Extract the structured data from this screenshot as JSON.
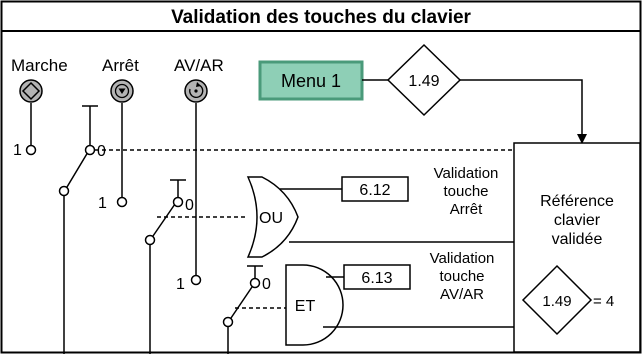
{
  "title": "Validation des touches du clavier",
  "keys": {
    "marche": "Marche",
    "arret": "Arrêt",
    "avar": "AV/AR"
  },
  "menu_label": "Menu 1",
  "param_menu_link": "1.49",
  "switch_on": "1",
  "switch_off": "0",
  "gate_or": "OU",
  "gate_and": "ET",
  "param_stop": "6.12",
  "param_avar": "6.13",
  "validation_stop": [
    "Validation",
    "touche",
    "Arrêt"
  ],
  "validation_avar": [
    "Validation",
    "touche",
    "AV/AR"
  ],
  "reference": [
    "Référence",
    "clavier",
    "validée"
  ],
  "compare_param": "1.49",
  "compare_value": "= 4",
  "colors": {
    "menu_fill": "#8ecfb6",
    "menu_border": "#4a9a7a",
    "key_fill": "#b3b3b3",
    "line": "#000000"
  },
  "icons": [
    "marche-key-icon",
    "arret-key-icon",
    "avar-key-icon"
  ]
}
